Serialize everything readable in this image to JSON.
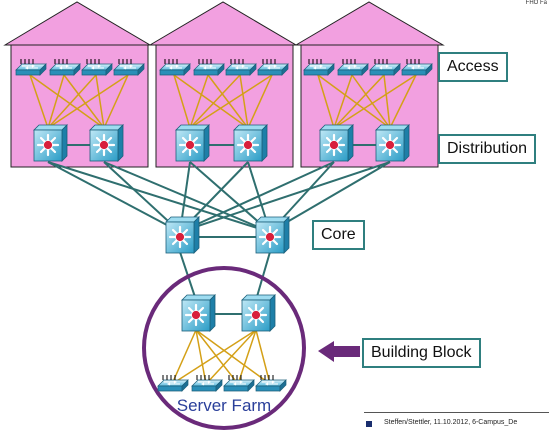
{
  "corner": "FHO Fa",
  "labels": {
    "access": "Access",
    "distribution": "Distribution",
    "core": "Core",
    "building_block": "Building Block",
    "server_farm": "Server Farm"
  },
  "footer": "Steffen/Stettler, 11.10.2012, 6-Campus_De",
  "colors": {
    "building_fill": "#f2a0e0",
    "building_stroke": "#222222",
    "access_link": "#d4a017",
    "backbone_link": "#2f6f6f",
    "switch_blue": "#2aa0c8",
    "circle": "#6a2a7a",
    "arrow": "#6a2a7a",
    "label_border": "#2f7f7f"
  },
  "icons": [
    "workgroup-switch-icon",
    "multilayer-switch-icon",
    "arrow-left-icon"
  ]
}
